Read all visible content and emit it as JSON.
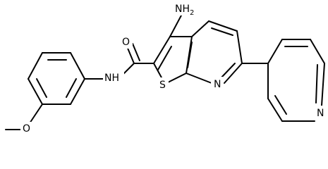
{
  "molecule": {
    "atoms": {
      "nh2": {
        "text": "NH",
        "sub": "2"
      },
      "amide_nh": {
        "text": "NH"
      },
      "amide_o": {
        "text": "O"
      },
      "thiophene_s": {
        "text": "S"
      },
      "ring_n": {
        "text": "N"
      },
      "pyridine_n": {
        "text": "N"
      },
      "methoxy_o": {
        "text": "O"
      }
    }
  },
  "colors": {
    "bond": "#000000",
    "label": "#000000",
    "background": "#ffffff"
  }
}
